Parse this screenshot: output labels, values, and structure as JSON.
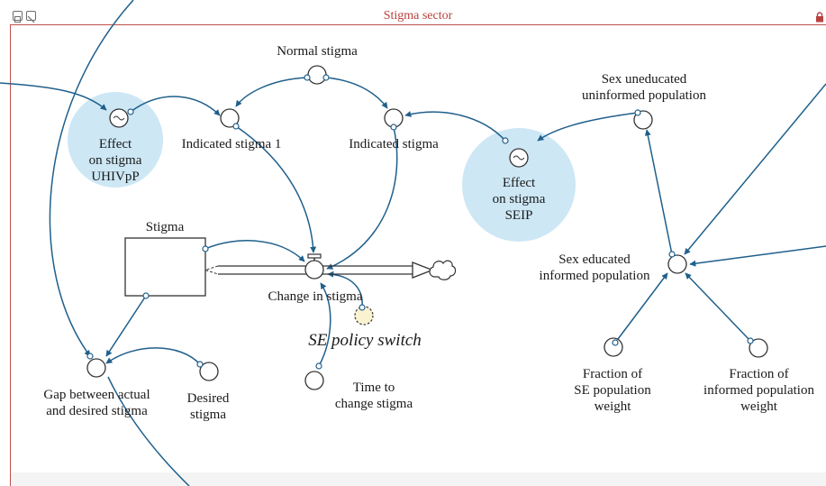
{
  "sector": {
    "title": "Stigma sector"
  },
  "icons": [
    "expand-icon",
    "collapse-icon",
    "lock-icon",
    "cloud-icon",
    "valve-icon"
  ],
  "colors": {
    "frame": "#c0504d",
    "link": "#1f5f8b",
    "ghost_fill": "#cde7f5",
    "switch_fill": "#fbf3d0"
  },
  "labels": {
    "stigma": "Stigma",
    "change_in_stigma": "Change in stigma",
    "normal_stigma": "Normal stigma",
    "indicated_stigma_1": "Indicated stigma 1",
    "indicated_stigma": "Indicated stigma",
    "effect_uhivpp": [
      "Effect",
      "on stigma",
      "UHIVpP"
    ],
    "effect_seip": [
      "Effect",
      "on stigma",
      "SEIP"
    ],
    "sex_uneducated": [
      "Sex uneducated",
      "uninformed population"
    ],
    "sex_educated": [
      "Sex educated",
      "informed population"
    ],
    "se_policy_switch": "SE policy switch",
    "time_to_change": [
      "Time to",
      "change stigma"
    ],
    "gap": [
      "Gap between actual",
      "and desired stigma"
    ],
    "desired_stigma": [
      "Desired",
      "stigma"
    ],
    "fraction_se": [
      "Fraction of",
      "SE population",
      "weight"
    ],
    "fraction_informed": [
      "Fraction of",
      "informed population",
      "weight"
    ]
  }
}
